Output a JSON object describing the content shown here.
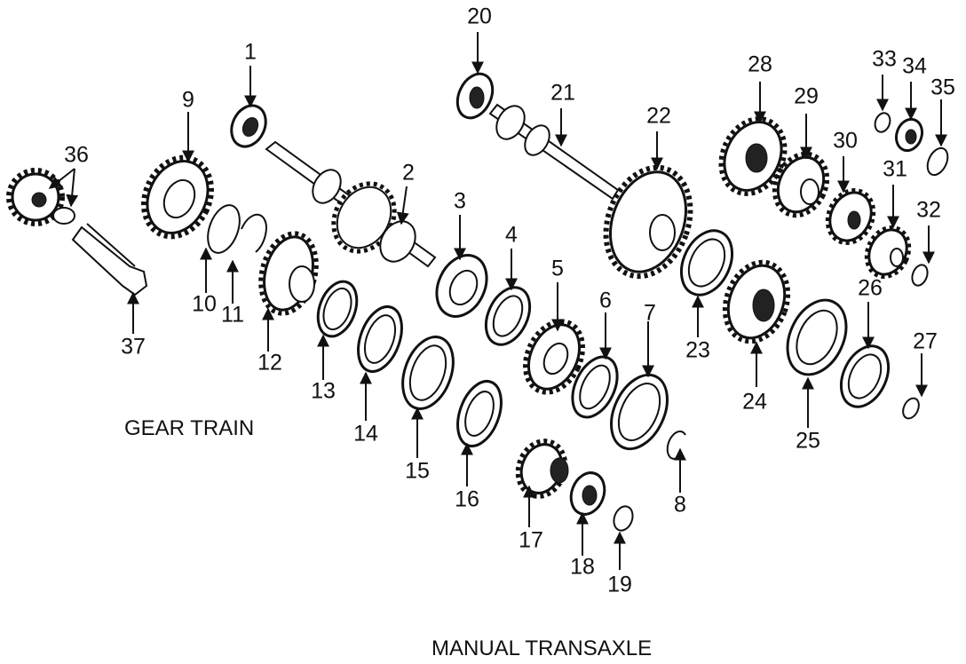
{
  "captions": {
    "gear_train": "GEAR TRAIN",
    "manual_transaxle": "MANUAL TRANSAXLE"
  },
  "callouts": [
    "1",
    "2",
    "3",
    "4",
    "5",
    "6",
    "7",
    "8",
    "9",
    "10",
    "11",
    "12",
    "13",
    "14",
    "15",
    "16",
    "17",
    "18",
    "19",
    "20",
    "21",
    "22",
    "23",
    "24",
    "25",
    "26",
    "27",
    "28",
    "29",
    "30",
    "31",
    "32",
    "33",
    "34",
    "35",
    "36",
    "37"
  ]
}
